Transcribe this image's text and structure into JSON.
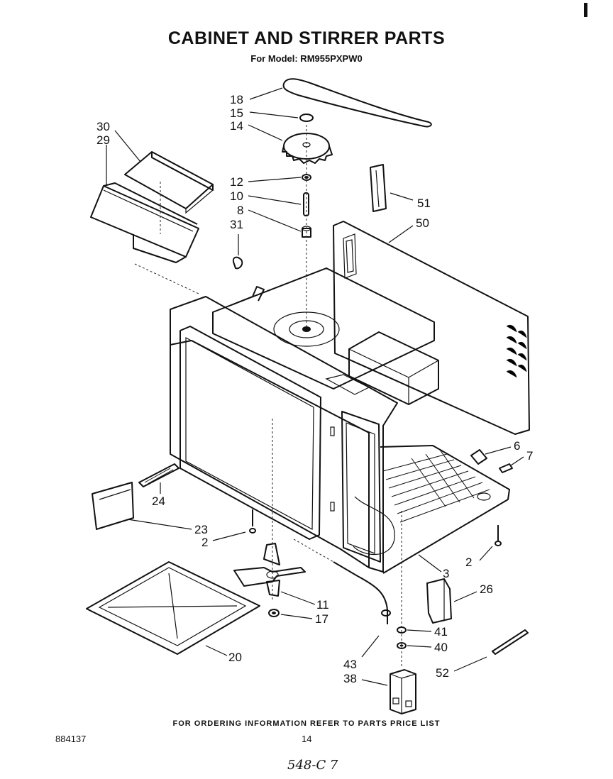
{
  "header": {
    "title": "CABINET AND STIRRER PARTS",
    "subtitle": "For Model: RM955PXPW0"
  },
  "labels": {
    "p18": "18",
    "p15": "15",
    "p14": "14",
    "p30": "30",
    "p29": "29",
    "p12": "12",
    "p10": "10",
    "p8": "8",
    "p31": "31",
    "p51": "51",
    "p50": "50",
    "p6": "6",
    "p7": "7",
    "p24": "24",
    "p23": "23",
    "p2a": "2",
    "p3": "3",
    "p2b": "2",
    "p26": "26",
    "p11": "11",
    "p17": "17",
    "p41": "41",
    "p40": "40",
    "p20": "20",
    "p43": "43",
    "p38": "38",
    "p52": "52"
  },
  "footer": {
    "ordering_note": "FOR ORDERING INFORMATION REFER TO PARTS PRICE LIST",
    "doc_code": "884137",
    "page_number": "14",
    "handwritten_note": "548-C 7"
  }
}
